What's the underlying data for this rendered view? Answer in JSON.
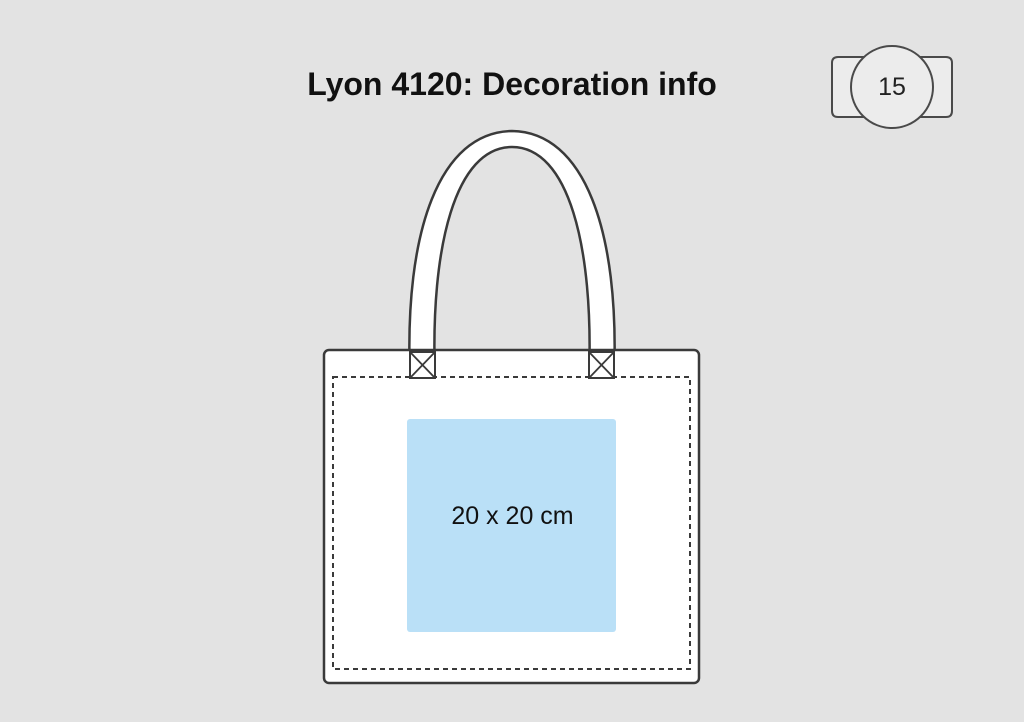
{
  "title": "Lyon 4120: Decoration info",
  "badge": {
    "number": "15"
  },
  "print_area": {
    "label": "20 x 20 cm",
    "color": "#bae0f7"
  },
  "colors": {
    "background": "#e3e3e3",
    "bag_fill": "#ffffff",
    "outline": "#3a3a3a"
  }
}
